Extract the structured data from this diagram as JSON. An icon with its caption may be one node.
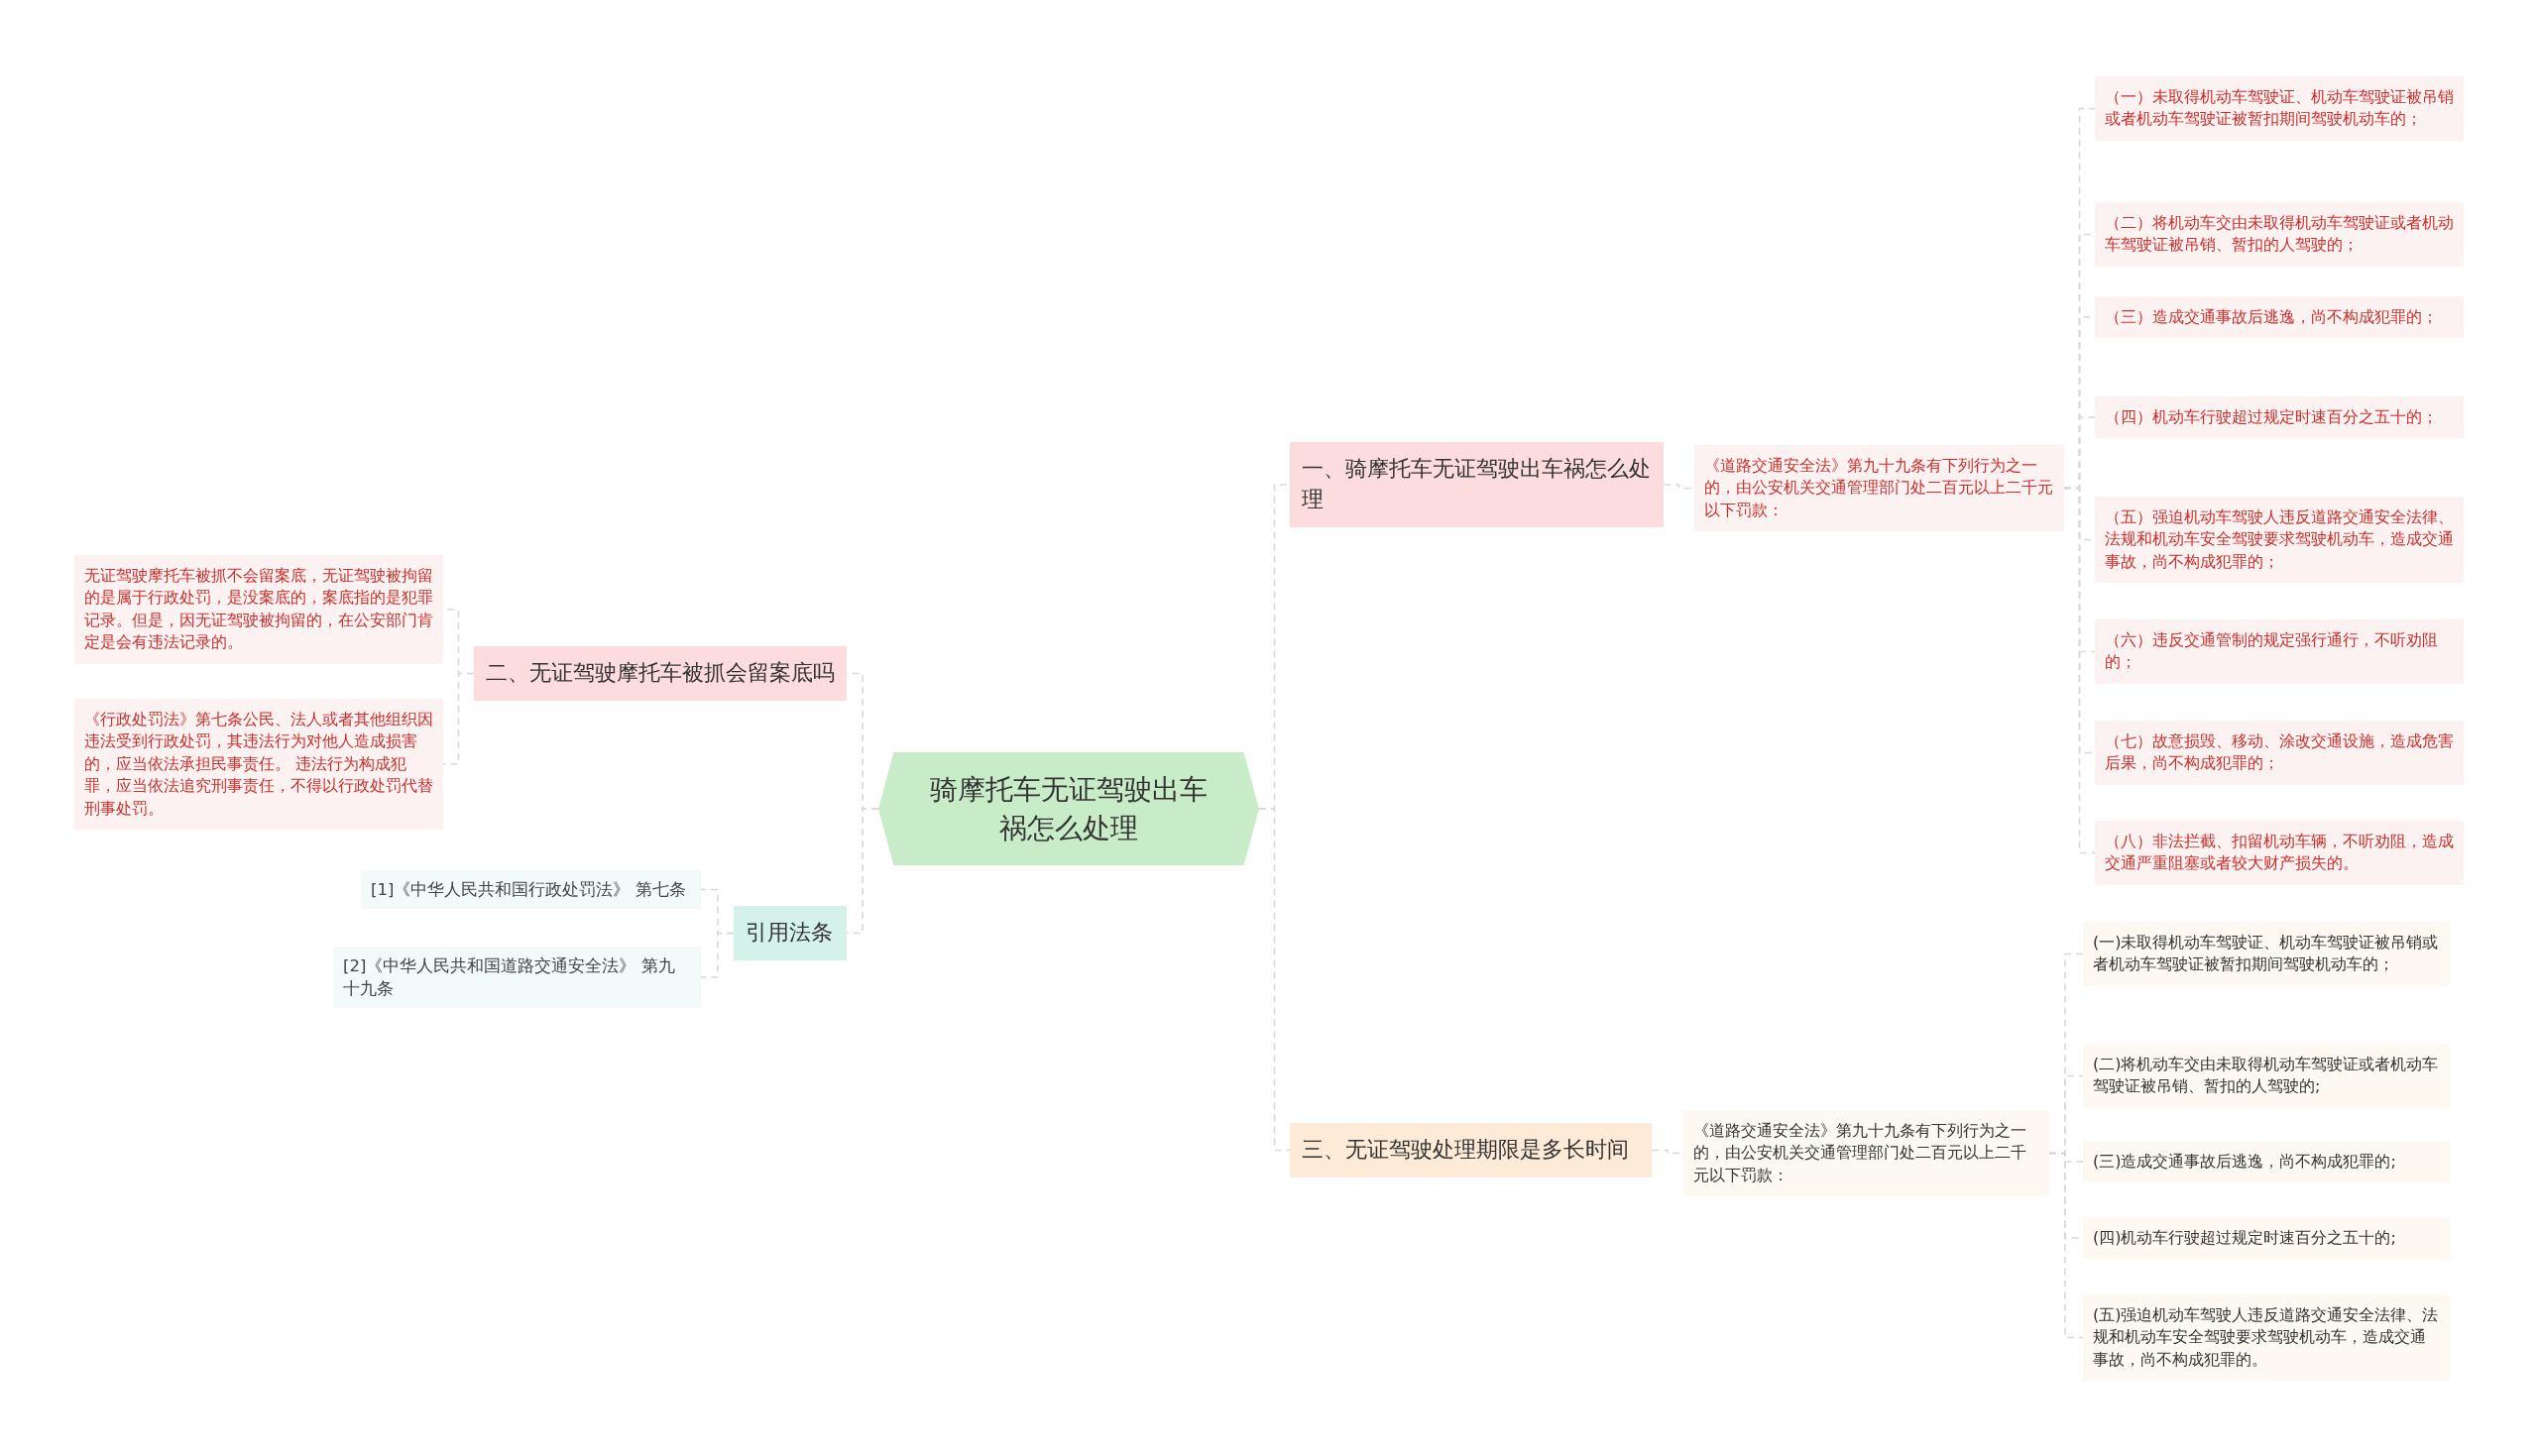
{
  "diagram": {
    "nodes": [
      {
        "text": [
          "骑摩托车无证驾驶出车祸怎么处理"
        ]
      },
      {
        "text": [
          "一、骑摩托车无证驾驶出车祸怎么处理"
        ]
      },
      {
        "text": [
          "《道路交通安全法》第九十九条有下列行为之一的，由公安机关交通管理部门处二百元以上二千元以下罚款："
        ]
      },
      {
        "text": [
          "（一）未取得机动车驾驶证、机动车驾驶证被吊销或者机动车驾驶证被暂扣期间驾驶机动车的；"
        ]
      },
      {
        "text": [
          "（二）将机动车交由未取得机动车驾驶证或者机动车驾驶证被吊销、暂扣的人驾驶的；"
        ]
      },
      {
        "text": [
          "（三）造成交通事故后逃逸，尚不构成犯罪的；"
        ]
      },
      {
        "text": [
          "（四）机动车行驶超过规定时速百分之五十的；"
        ]
      },
      {
        "text": [
          "（五）强迫机动车驾驶人违反道路交通安全法律、法规和机动车安全驾驶要求驾驶机动车，造成交通事故，尚不构成犯罪的；"
        ]
      },
      {
        "text": [
          "（六）违反交通管制的规定强行通行，不听劝阻的；"
        ]
      },
      {
        "text": [
          "（七）故意损毁、移动、涂改交通设施，造成危害后果，尚不构成犯罪的；"
        ]
      },
      {
        "text": [
          "（八）非法拦截、扣留机动车辆，不听劝阻，造成交通严重阻塞或者较大财产损失的。"
        ]
      },
      {
        "text": [
          "二、无证驾驶摩托车被抓会留案底吗"
        ]
      },
      {
        "text": [
          "无证驾驶摩托车被抓不会留案底，无证驾驶被拘留的是属于行政处罚，是没案底的，案底指的是犯罪记录。但是，因无证驾驶被拘留的，在公安部门肯定是会有违法记录的。"
        ]
      },
      {
        "text": [
          "《行政处罚法》第七条公民、法人或者其他组织因违法受到行政处罚，其违法行为对他人造成损害的，应当依法承担民事责任。 违法行为构成犯罪，应当依法追究刑事责任，不得以行政处罚代替刑事处罚。"
        ]
      },
      {
        "text": [
          "引用法条"
        ]
      },
      {
        "text": [
          "[1]《中华人民共和国行政处罚法》 第七条"
        ]
      },
      {
        "text": [
          "[2]《中华人民共和国道路交通安全法》 第九十九条"
        ]
      },
      {
        "text": [
          "三、无证驾驶处理期限是多长时间"
        ]
      },
      {
        "text": [
          "《道路交通安全法》第九十九条有下列行为之一的，由公安机关交通管理部门处二百元以上二千元以下罚款："
        ]
      },
      {
        "text": [
          "(一)未取得机动车驾驶证、机动车驾驶证被吊销或者机动车驾驶证被暂扣期间驾驶机动车的；"
        ]
      },
      {
        "text": [
          "(二)将机动车交由未取得机动车驾驶证或者机动车驾驶证被吊销、暂扣的人驾驶的;"
        ]
      },
      {
        "text": [
          "(三)造成交通事故后逃逸，尚不构成犯罪的;"
        ]
      },
      {
        "text": [
          "(四)机动车行驶超过规定时速百分之五十的;"
        ]
      },
      {
        "text": [
          "(五)强迫机动车驾驶人违反道路交通安全法律、法规和机动车安全驾驶要求驾驶机动车，造成交通事故，尚不构成犯罪的。"
        ]
      }
    ],
    "edges": [
      {
        "from": 0,
        "to": 1,
        "arrow": "none",
        "style": "dashed"
      },
      {
        "from": 1,
        "to": 2,
        "arrow": "none",
        "style": "dashed"
      },
      {
        "from": 2,
        "to": 3,
        "arrow": "none",
        "style": "dashed"
      },
      {
        "from": 2,
        "to": 4,
        "arrow": "none",
        "style": "dashed"
      },
      {
        "from": 2,
        "to": 5,
        "arrow": "none",
        "style": "dashed"
      },
      {
        "from": 2,
        "to": 6,
        "arrow": "none",
        "style": "dashed"
      },
      {
        "from": 2,
        "to": 7,
        "arrow": "none",
        "style": "dashed"
      },
      {
        "from": 2,
        "to": 8,
        "arrow": "none",
        "style": "dashed"
      },
      {
        "from": 2,
        "to": 9,
        "arrow": "none",
        "style": "dashed"
      },
      {
        "from": 2,
        "to": 10,
        "arrow": "none",
        "style": "dashed"
      },
      {
        "from": 0,
        "to": 11,
        "arrow": "none",
        "style": "dashed"
      },
      {
        "from": 11,
        "to": 12,
        "arrow": "none",
        "style": "dashed"
      },
      {
        "from": 11,
        "to": 13,
        "arrow": "none",
        "style": "dashed"
      },
      {
        "from": 0,
        "to": 14,
        "arrow": "none",
        "style": "dashed"
      },
      {
        "from": 14,
        "to": 15,
        "arrow": "none",
        "style": "dashed"
      },
      {
        "from": 14,
        "to": 16,
        "arrow": "none",
        "style": "dashed"
      },
      {
        "from": 0,
        "to": 17,
        "arrow": "none",
        "style": "dashed"
      },
      {
        "from": 17,
        "to": 18,
        "arrow": "none",
        "style": "dashed"
      },
      {
        "from": 18,
        "to": 19,
        "arrow": "none",
        "style": "dashed"
      },
      {
        "from": 18,
        "to": 20,
        "arrow": "none",
        "style": "dashed"
      },
      {
        "from": 18,
        "to": 21,
        "arrow": "none",
        "style": "dashed"
      },
      {
        "from": 18,
        "to": 22,
        "arrow": "none",
        "style": "dashed"
      },
      {
        "from": 18,
        "to": 23,
        "arrow": "none",
        "style": "dashed"
      }
    ]
  }
}
